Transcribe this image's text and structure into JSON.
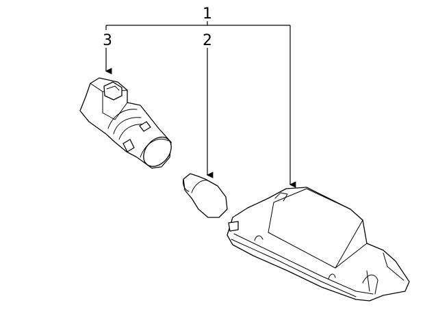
{
  "callouts": {
    "assembly": "1",
    "bulb": "2",
    "socket": "3"
  },
  "colors": {
    "line": "#000000",
    "background": "#ffffff"
  }
}
